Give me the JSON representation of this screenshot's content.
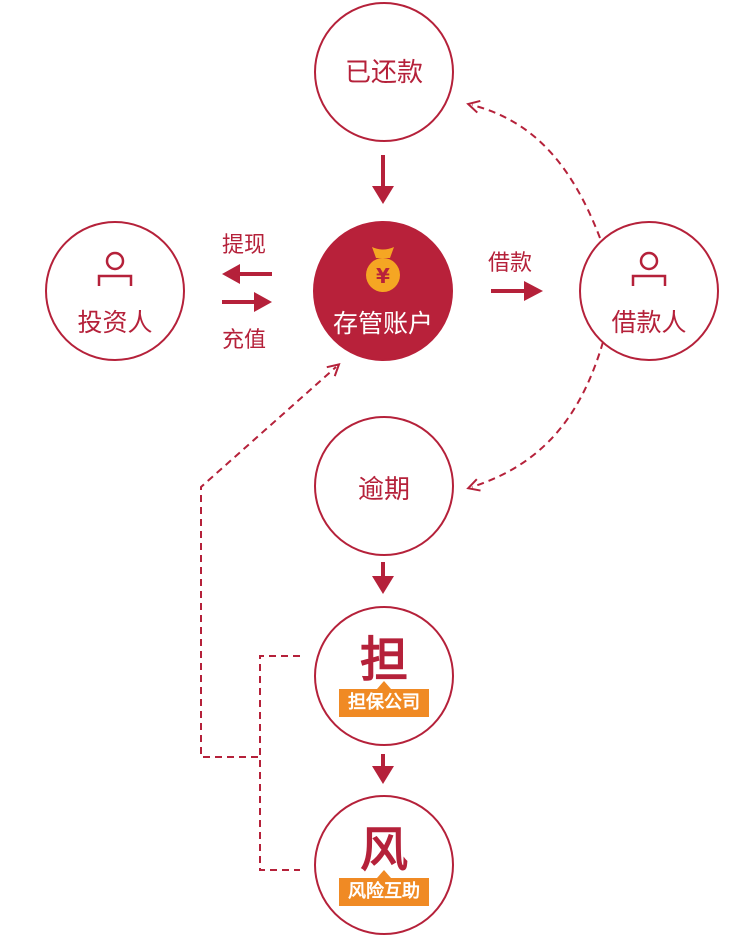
{
  "nodes": {
    "repaid": "已还款",
    "investor": "投资人",
    "custody_account": "存管账户",
    "borrower": "借款人",
    "overdue": "逾期",
    "guarantee_char": "担",
    "guarantee_tag": "担保公司",
    "risk_char": "风",
    "risk_tag": "风险互助"
  },
  "flows": {
    "withdraw": "提现",
    "recharge": "充值",
    "loan": "借款"
  },
  "colors": {
    "primary": "#b5213a",
    "custody_fill": "#b8213a",
    "tag": "#f08a24",
    "coin": "#f5a623"
  },
  "icons": [
    "person-icon",
    "money-bag-icon",
    "arrow-icon"
  ]
}
